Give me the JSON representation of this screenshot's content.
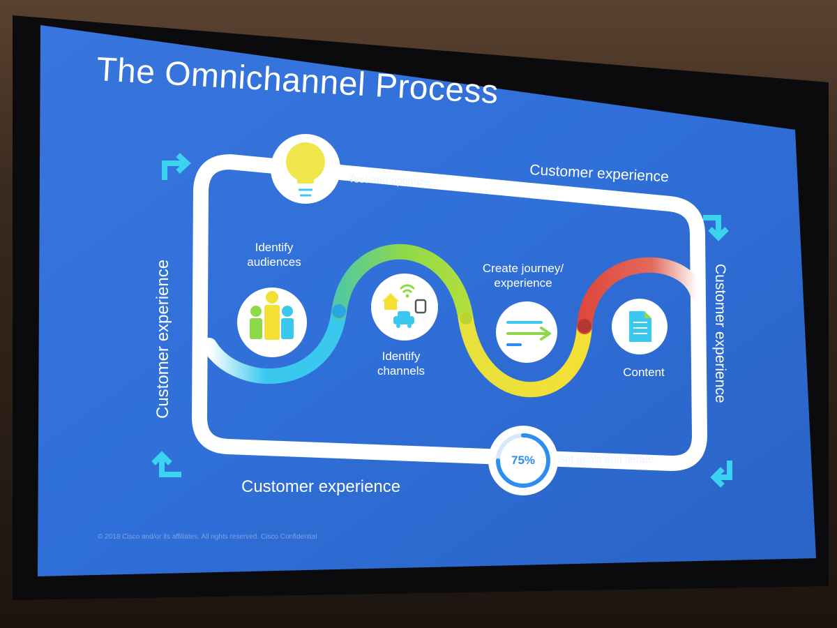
{
  "slide": {
    "title": "The Omnichannel Process",
    "customer_experience_labels": {
      "top": "Customer experience",
      "bottom": "Customer experience",
      "left": "Customer experience",
      "right": "Customer experience"
    },
    "outer_loop": {
      "top_step": "Test and optimize",
      "bottom_step": "Set goals and iterate",
      "progress_label": "75%",
      "progress_fraction": 0.75
    },
    "steps": [
      {
        "label_line1": "Identify",
        "label_line2": "audiences",
        "icon": "people-group-icon"
      },
      {
        "label_line1": "Identify",
        "label_line2": "channels",
        "icon": "home-wifi-car-watch-icon"
      },
      {
        "label_line1": "Create journey/",
        "label_line2": "experience",
        "icon": "arrow-lines-icon"
      },
      {
        "label_line1": "Content",
        "label_line2": "",
        "icon": "document-icon"
      }
    ],
    "footer": "© 2018 Cisco and/or its affiliates. All rights reserved. Cisco Confidential",
    "colors": {
      "slide_background": "#2f6fd8",
      "path_cyan": "#3ac8ef",
      "path_green": "#8ed94a",
      "path_yellow": "#f4e034",
      "path_red": "#e0473c",
      "arrow_cyan": "#3ad4f0",
      "progress_blue": "#2b8ef0"
    },
    "icons": {
      "lightbulb": "lightbulb-icon",
      "arrows": [
        "corner-arrow-top-left-icon",
        "corner-arrow-top-right-icon",
        "corner-arrow-bottom-right-icon",
        "corner-arrow-bottom-left-icon"
      ]
    }
  }
}
